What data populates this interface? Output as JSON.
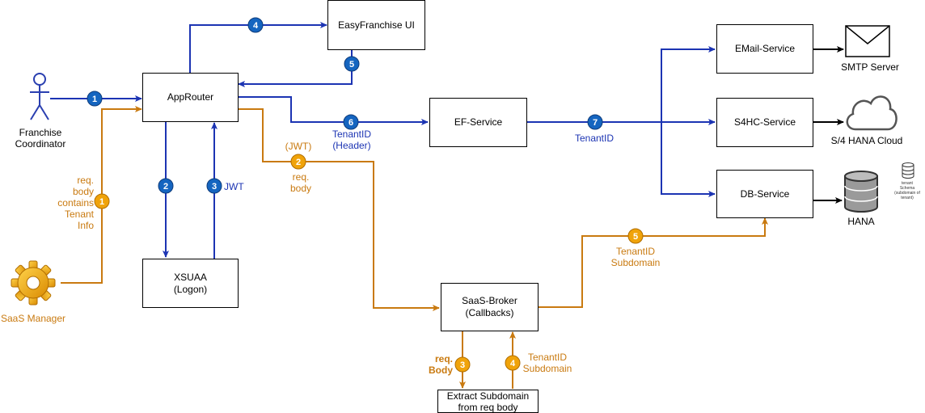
{
  "colors": {
    "blue": "#1c34b3",
    "blue_badge": "#1565c0",
    "orange": "#c97a10",
    "orange_badge": "#f0a30a"
  },
  "actors": {
    "franchise_coordinator": {
      "line1": "Franchise",
      "line2": "Coordinator",
      "icon": "person-icon"
    },
    "saas_manager": {
      "label": "SaaS Manager",
      "icon": "gear-icon"
    }
  },
  "boxes": {
    "easyfranchise_ui": "EasyFranchise UI",
    "approuter": "AppRouter",
    "xsuaa_line1": "XSUAA",
    "xsuaa_line2": "(Logon)",
    "ef_service": "EF-Service",
    "email_service": "EMail-Service",
    "s4hc_service": "S4HC-Service",
    "db_service": "DB-Service",
    "saas_broker_line1": "SaaS-Broker",
    "saas_broker_line2": "(Callbacks)",
    "extract_line1": "Extract Subdomain",
    "extract_line2": "from req body"
  },
  "targets": {
    "smtp": {
      "label": "SMTP Server",
      "icon": "envelope-icon"
    },
    "s4hana": {
      "label": "S/4 HANA Cloud",
      "icon": "cloud-icon"
    },
    "hana": {
      "label": "HANA",
      "icon": "database-icon"
    },
    "tenant_schema": {
      "line1": "tenant",
      "line2": "Schema",
      "line3": "(subdomain of",
      "line4": "tenant)",
      "icon": "small-database-icon"
    }
  },
  "blue_flow": {
    "badges": [
      "1",
      "2",
      "3",
      "4",
      "5",
      "6",
      "7"
    ],
    "jwt": "JWT",
    "tenantid_header_1": "TenantID",
    "tenantid_header_2": "(Header)",
    "tenantid": "TenantID"
  },
  "orange_flow": {
    "badges": [
      "1",
      "2",
      "3",
      "4",
      "5"
    ],
    "reqbody_info": [
      "req.",
      "body",
      "contains",
      "Tenant",
      "Info"
    ],
    "jwt_paren": "(JWT)",
    "req_body_1": "req.",
    "req_body_2": "body",
    "req_body_3_1": "req.",
    "req_body_3_2": "Body",
    "tenantid_sub_1": "TenantID",
    "tenantid_sub_2": "Subdomain",
    "tenantid_sub5_1": "TenantID",
    "tenantid_sub5_2": "Subdomain"
  }
}
